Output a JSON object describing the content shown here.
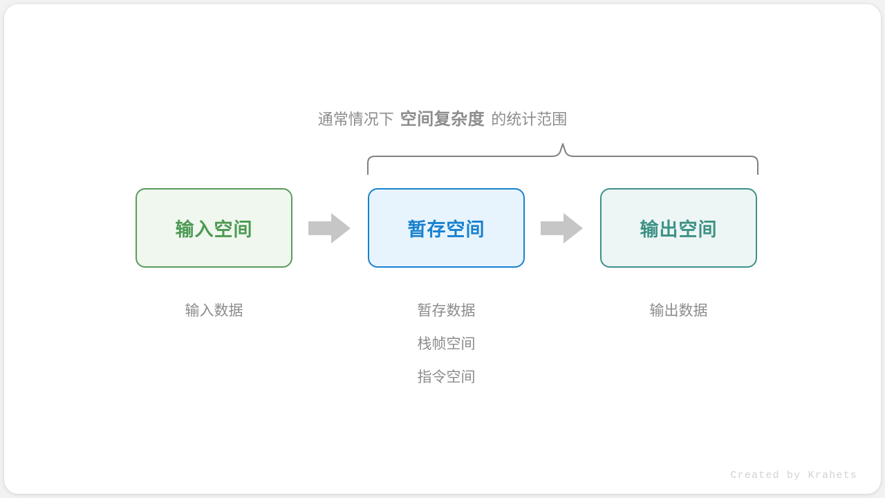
{
  "diagram": {
    "caption": {
      "prefix": "通常情况下",
      "emphasis": "空间复杂度",
      "suffix": "的统计范围"
    },
    "brace": {
      "color": "#808080",
      "covers": [
        "暂存空间",
        "输出空间"
      ]
    },
    "arrows": [
      {
        "name": "arrow-input-to-temp",
        "color": "#c6c6c6"
      },
      {
        "name": "arrow-temp-to-output",
        "color": "#c6c6c6"
      }
    ],
    "columns": [
      {
        "key": "input",
        "box_label": "输入空间",
        "border_color": "#5b9a5b",
        "fill_color": "#f0f7ef",
        "text_color": "#4c9a52",
        "labels": [
          "输入数据"
        ]
      },
      {
        "key": "temp",
        "box_label": "暂存空间",
        "border_color": "#1781cf",
        "fill_color": "#e8f4fd",
        "text_color": "#1781cf",
        "labels": [
          "暂存数据",
          "栈帧空间",
          "指令空间"
        ]
      },
      {
        "key": "output",
        "box_label": "输出空间",
        "border_color": "#3d9186",
        "fill_color": "#edf6f4",
        "text_color": "#3d9186",
        "labels": [
          "输出数据"
        ]
      }
    ],
    "footer": "Created by Krahets"
  }
}
